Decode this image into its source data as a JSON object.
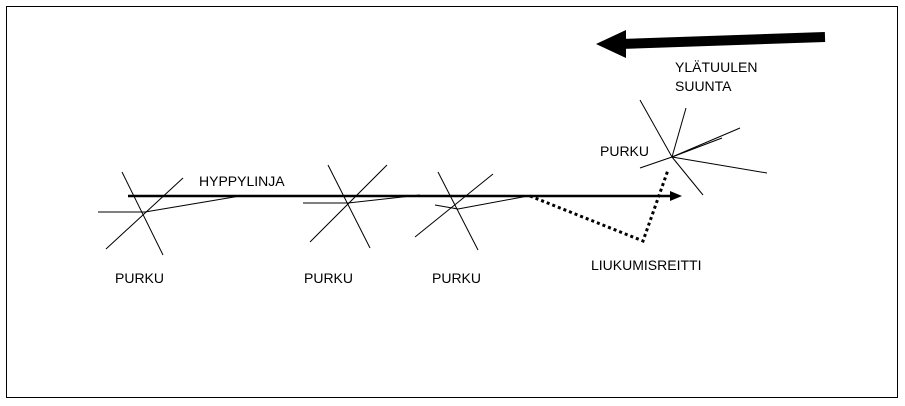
{
  "labels": {
    "wind_direction": [
      "YLÄTUULEN",
      "SUUNTA"
    ],
    "jump_line": "HYPPYLINJA",
    "glide_route": "LIUKUMISREITTI",
    "exit_1": "PURKU",
    "exit_2": "PURKU",
    "exit_3": "PURKU",
    "exit_4": "PURKU"
  },
  "colors": {
    "line": "#000000",
    "background": "#ffffff"
  }
}
